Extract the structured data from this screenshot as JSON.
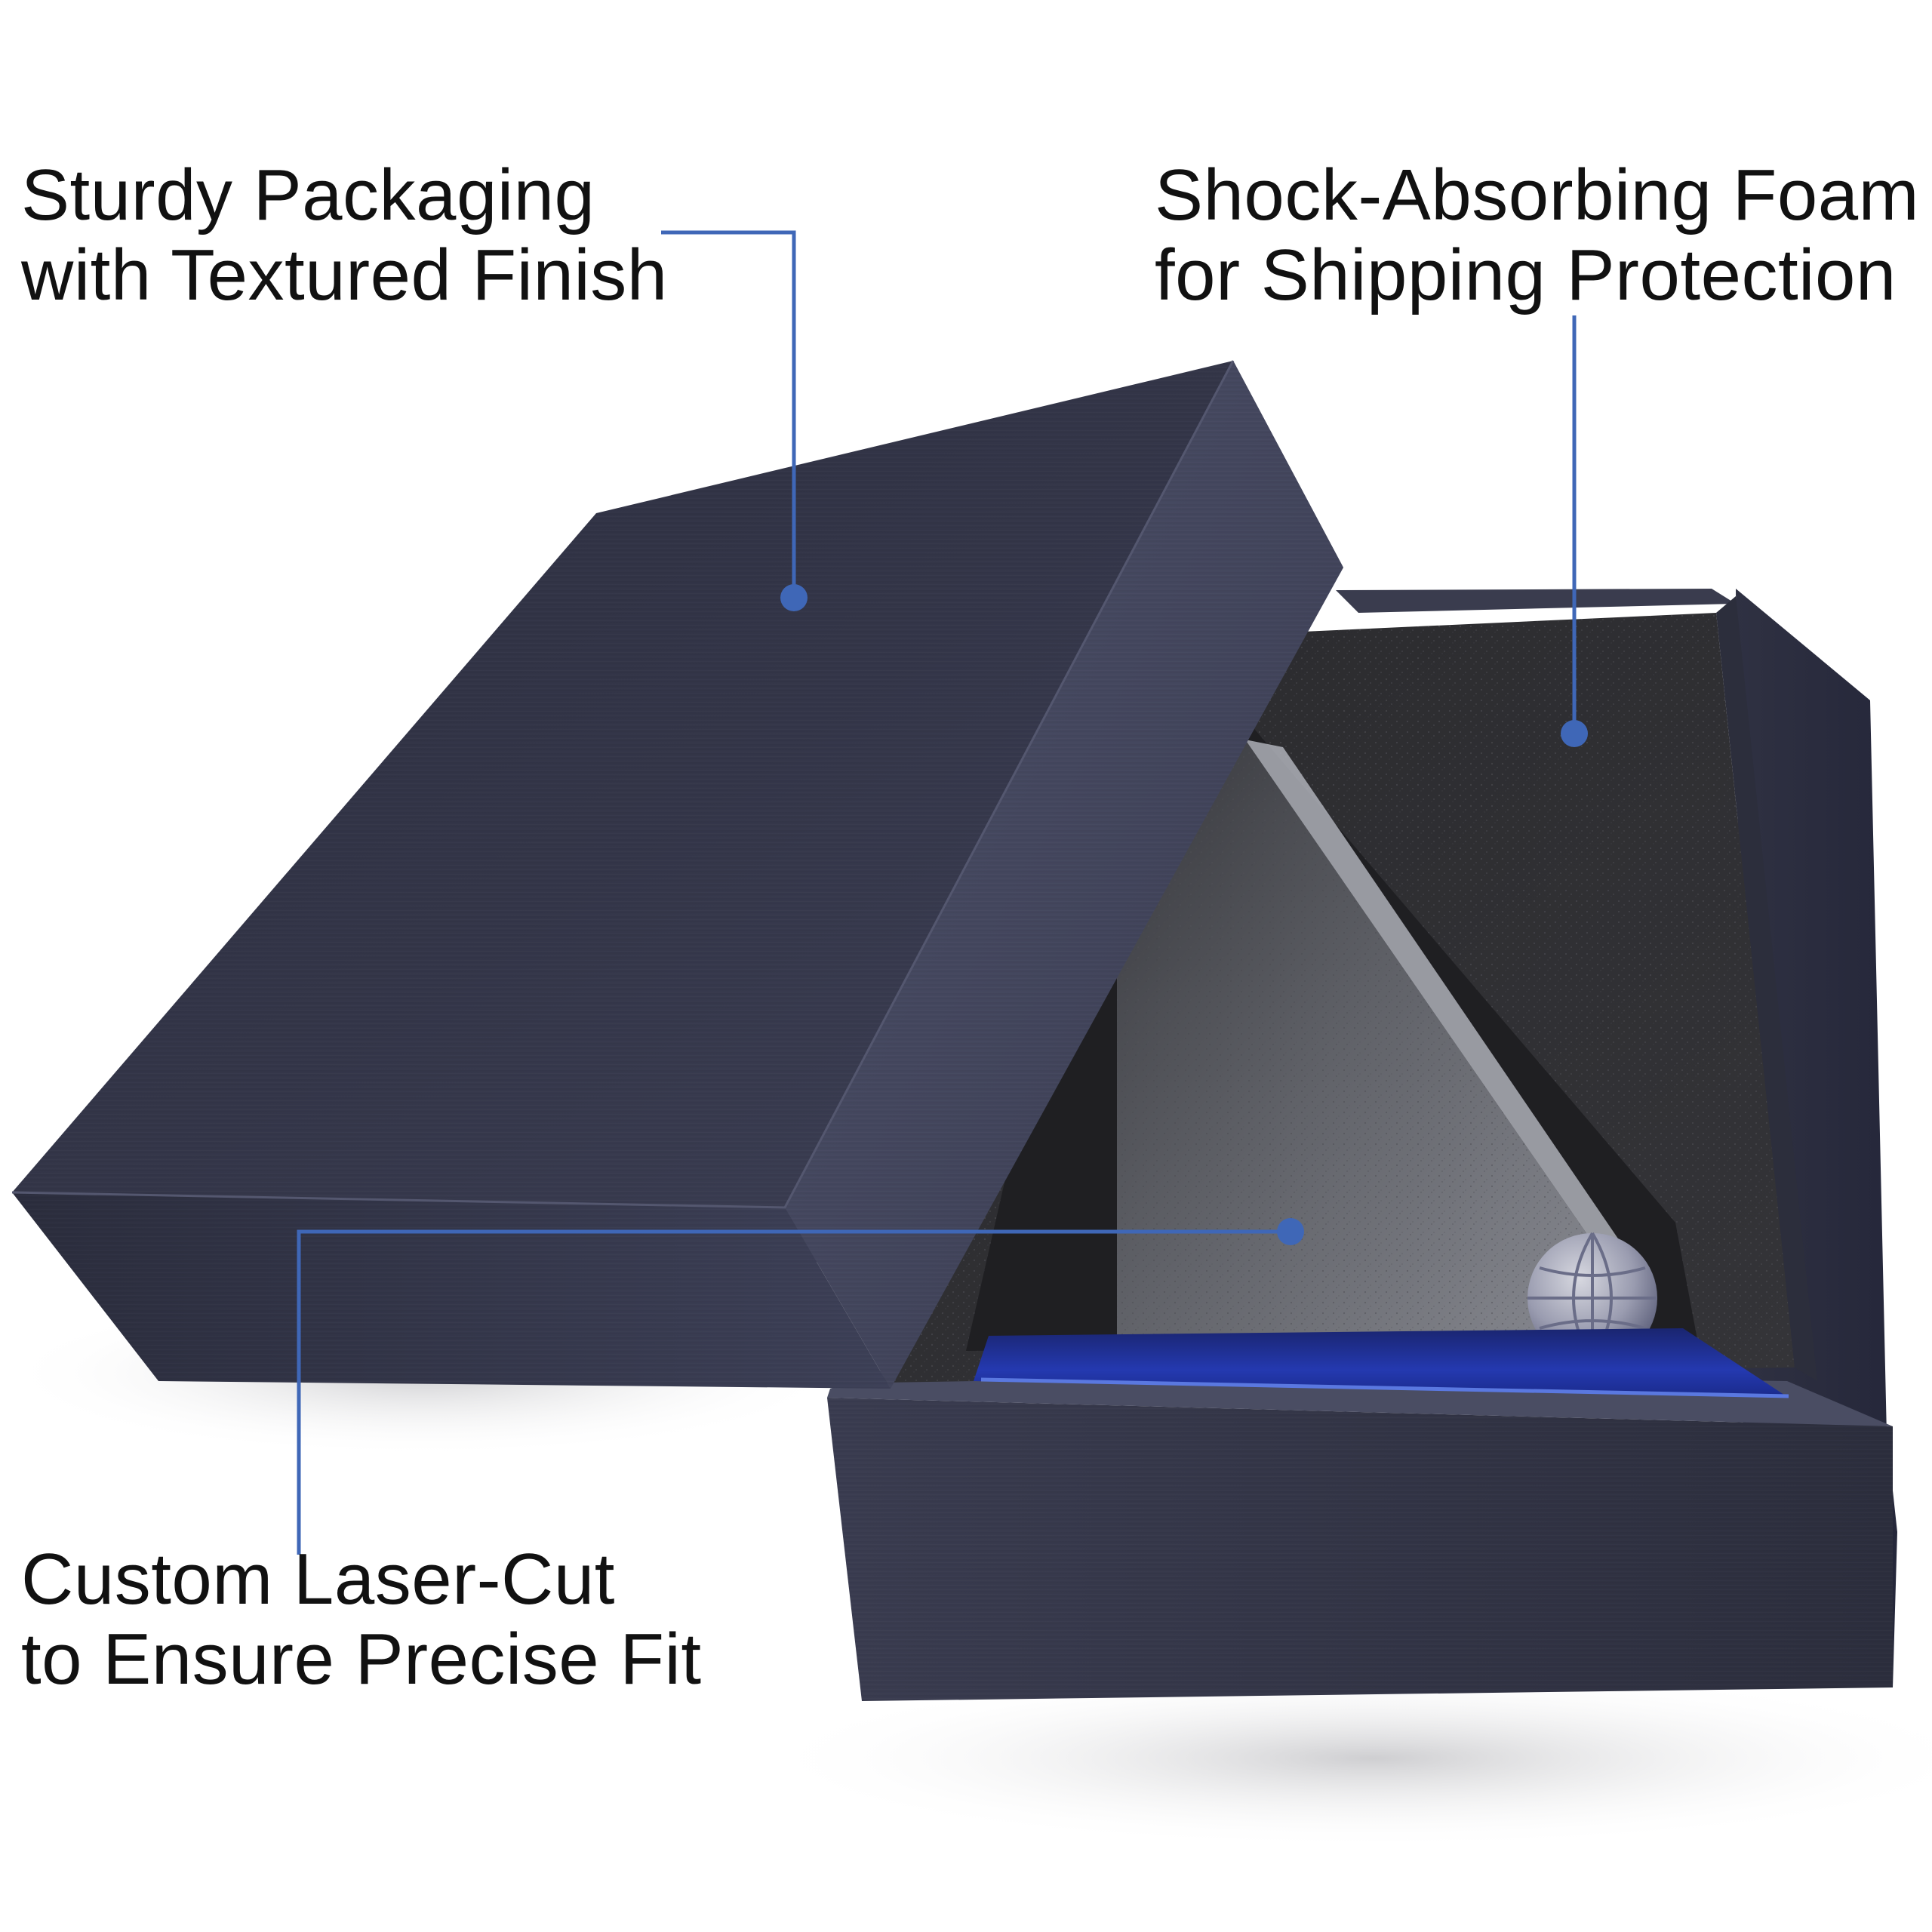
{
  "callouts": {
    "sturdy_packaging": {
      "line1": "Sturdy Packaging",
      "line2": "with Textured Finish"
    },
    "foam": {
      "line1": "Shock-Absorbing Foam",
      "line2": "for Shipping Protection"
    },
    "laser_cut": {
      "line1": "Custom Laser-Cut",
      "line2": "to Ensure Precise Fit"
    }
  },
  "colors": {
    "background": "#ffffff",
    "callout_line": "#3f67b7",
    "callout_text": "#111111",
    "box_dark": "#2a2c3c",
    "box_side": "#3c3f55",
    "foam": "#2e2e31",
    "trophy_blue": "#1d2e9c",
    "crystal": "#8e9098"
  },
  "icons": {
    "callout_marker": "circle-dot-icon",
    "trophy_globe": "globe-icon"
  }
}
